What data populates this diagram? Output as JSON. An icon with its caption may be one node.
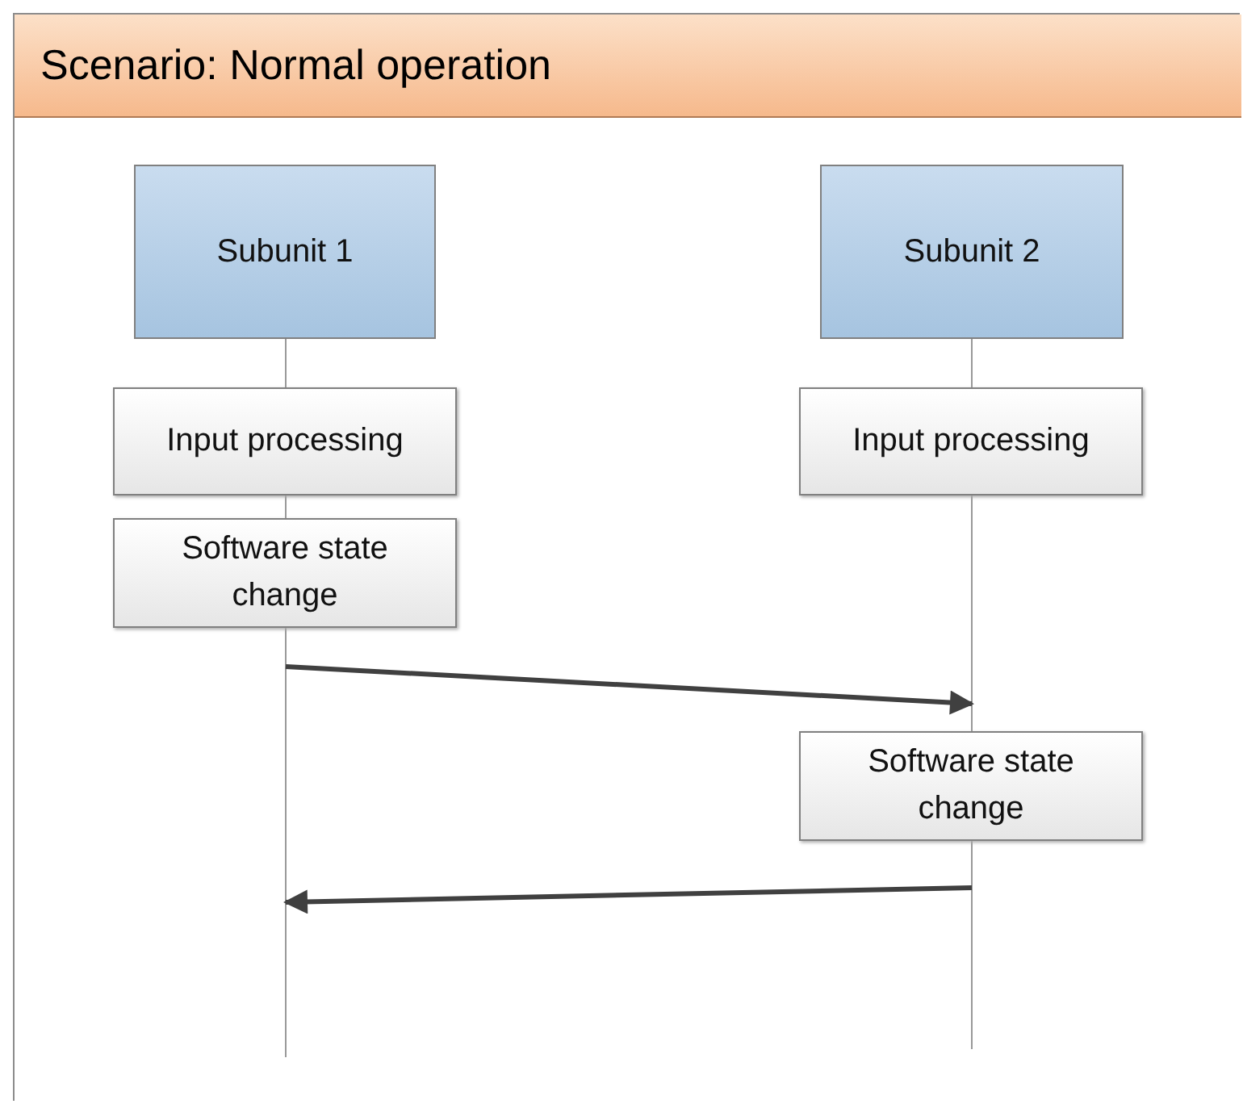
{
  "diagram": {
    "title": "Scenario: Normal operation",
    "nodes": [
      {
        "text": [
          "Subunit 1"
        ]
      },
      {
        "text": [
          "Subunit 2"
        ]
      },
      {
        "text": [
          "Input processing"
        ]
      },
      {
        "text": [
          "Input processing"
        ]
      },
      {
        "text": [
          "Software state change"
        ]
      },
      {
        "text": [
          "Software state change"
        ]
      }
    ],
    "edges": [
      {
        "from": 0,
        "to": 1,
        "arrow": "to"
      },
      {
        "from": 1,
        "to": 0,
        "arrow": "to"
      }
    ]
  }
}
